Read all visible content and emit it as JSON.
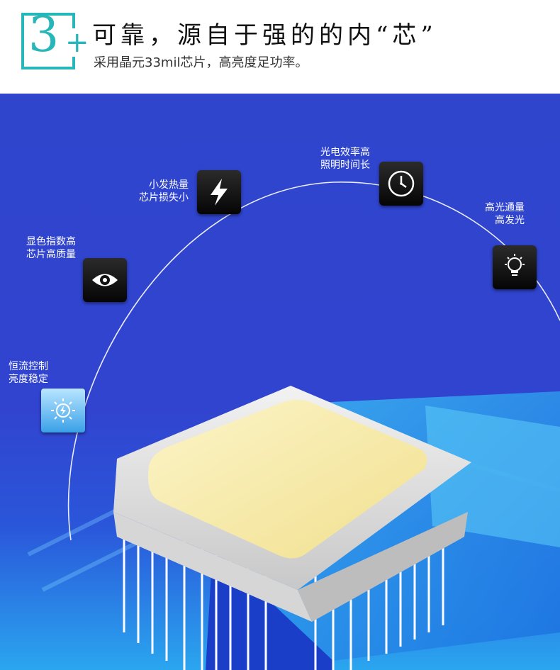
{
  "header": {
    "number": "3",
    "plus": "+",
    "title": "可靠，源自于强的的内“芯”",
    "subtitle": "采用晶元33mil芯片，高亮度足功率。"
  },
  "features": [
    {
      "line1": "光电效率高",
      "line2": "照明时间长",
      "icon": "clock-icon"
    },
    {
      "line1": "小发热量",
      "line2": "芯片损失小",
      "icon": "lightning-icon"
    },
    {
      "line1": "高光通量",
      "line2": "高发光",
      "icon": "lightbulb-icon"
    },
    {
      "line1": "显色指数高",
      "line2": "芯片高质量",
      "icon": "eye-icon"
    },
    {
      "line1": "恒流控制",
      "line2": "亮度稳定",
      "icon": "power-sun-icon"
    }
  ],
  "colors": {
    "accent": "#27b7b9",
    "background": "#3144d0",
    "chip_face": "#f4e7a0"
  }
}
